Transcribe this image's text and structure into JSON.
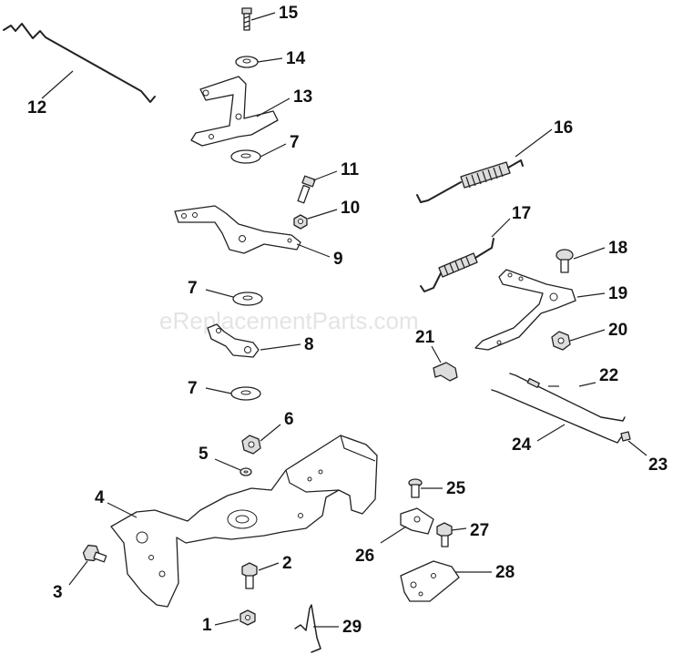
{
  "watermark": "eReplacementParts.com",
  "callouts": [
    {
      "id": "15",
      "label": "15"
    },
    {
      "id": "14",
      "label": "14"
    },
    {
      "id": "13",
      "label": "13"
    },
    {
      "id": "12",
      "label": "12"
    },
    {
      "id": "7a",
      "label": "7"
    },
    {
      "id": "11",
      "label": "11"
    },
    {
      "id": "10",
      "label": "10"
    },
    {
      "id": "16",
      "label": "16"
    },
    {
      "id": "9",
      "label": "9"
    },
    {
      "id": "17",
      "label": "17"
    },
    {
      "id": "18",
      "label": "18"
    },
    {
      "id": "7b",
      "label": "7"
    },
    {
      "id": "19",
      "label": "19"
    },
    {
      "id": "8",
      "label": "8"
    },
    {
      "id": "21",
      "label": "21"
    },
    {
      "id": "20",
      "label": "20"
    },
    {
      "id": "7c",
      "label": "7"
    },
    {
      "id": "22",
      "label": "22"
    },
    {
      "id": "6",
      "label": "6"
    },
    {
      "id": "24",
      "label": "24"
    },
    {
      "id": "23",
      "label": "23"
    },
    {
      "id": "5",
      "label": "5"
    },
    {
      "id": "4",
      "label": "4"
    },
    {
      "id": "25",
      "label": "25"
    },
    {
      "id": "27",
      "label": "27"
    },
    {
      "id": "26",
      "label": "26"
    },
    {
      "id": "2",
      "label": "2"
    },
    {
      "id": "28",
      "label": "28"
    },
    {
      "id": "3",
      "label": "3"
    },
    {
      "id": "1",
      "label": "1"
    },
    {
      "id": "29",
      "label": "29"
    }
  ]
}
